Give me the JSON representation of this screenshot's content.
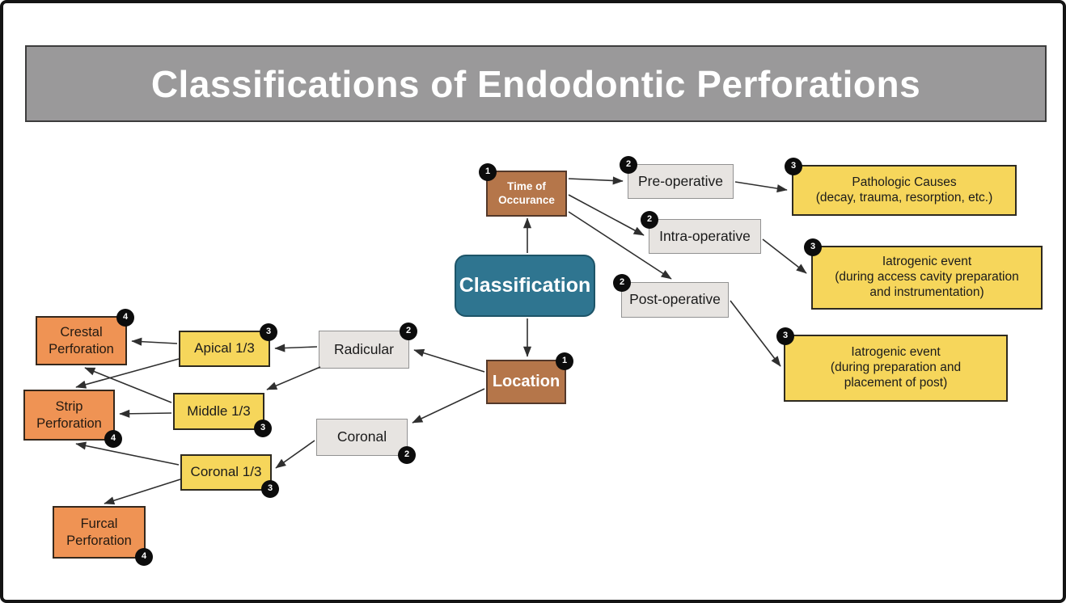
{
  "title": "Classifications of Endodontic Perforations",
  "colors": {
    "title_bg": "#9a999a",
    "title_text": "#ffffff",
    "teal_node": "#2f7590",
    "brown_node": "#b5764a",
    "gray_node": "#e7e4e1",
    "yellow_node": "#f6d65b",
    "orange_node": "#ef9354",
    "badge_bg": "#0c0c0c",
    "edge_line": "#2f2f2f",
    "frame_border": "#141414"
  },
  "diagram": {
    "nodes": {
      "classification": {
        "label": "Classification"
      },
      "time_of_occurance": {
        "label": "Time of\nOccurance",
        "badge": "1"
      },
      "location": {
        "label": "Location",
        "badge": "1"
      },
      "pre_operative": {
        "label": "Pre-operative",
        "badge": "2"
      },
      "intra_operative": {
        "label": "Intra-operative",
        "badge": "2"
      },
      "post_operative": {
        "label": "Post-operative",
        "badge": "2"
      },
      "pathologic_causes": {
        "label": "Pathologic Causes\n(decay, trauma, resorption, etc.)",
        "badge": "3"
      },
      "iatrogenic_access": {
        "label": "Iatrogenic event\n(during access cavity preparation\nand instrumentation)",
        "badge": "3"
      },
      "iatrogenic_post": {
        "label": "Iatrogenic event\n(during preparation and\nplacement of post)",
        "badge": "3"
      },
      "radicular": {
        "label": "Radicular",
        "badge": "2"
      },
      "coronal": {
        "label": "Coronal",
        "badge": "2"
      },
      "apical_third": {
        "label": "Apical 1/3",
        "badge": "3"
      },
      "middle_third": {
        "label": "Middle 1/3",
        "badge": "3"
      },
      "coronal_third": {
        "label": "Coronal 1/3",
        "badge": "3"
      },
      "crestal_perforation": {
        "label": "Crestal\nPerforation",
        "badge": "4"
      },
      "strip_perforation": {
        "label": "Strip\nPerforation",
        "badge": "4"
      },
      "furcal_perforation": {
        "label": "Furcal\nPerforation",
        "badge": "4"
      }
    },
    "edges": [
      {
        "from": "classification",
        "to": "time_of_occurance"
      },
      {
        "from": "classification",
        "to": "location"
      },
      {
        "from": "time_of_occurance",
        "to": "pre_operative"
      },
      {
        "from": "time_of_occurance",
        "to": "intra_operative"
      },
      {
        "from": "time_of_occurance",
        "to": "post_operative"
      },
      {
        "from": "pre_operative",
        "to": "pathologic_causes"
      },
      {
        "from": "intra_operative",
        "to": "iatrogenic_access"
      },
      {
        "from": "post_operative",
        "to": "iatrogenic_post"
      },
      {
        "from": "location",
        "to": "radicular"
      },
      {
        "from": "location",
        "to": "coronal"
      },
      {
        "from": "radicular",
        "to": "apical_third"
      },
      {
        "from": "radicular",
        "to": "middle_third"
      },
      {
        "from": "coronal",
        "to": "coronal_third"
      },
      {
        "from": "apical_third",
        "to": "crestal_perforation"
      },
      {
        "from": "apical_third",
        "to": "strip_perforation"
      },
      {
        "from": "middle_third",
        "to": "crestal_perforation"
      },
      {
        "from": "middle_third",
        "to": "strip_perforation"
      },
      {
        "from": "coronal_third",
        "to": "strip_perforation"
      },
      {
        "from": "coronal_third",
        "to": "furcal_perforation"
      }
    ]
  }
}
